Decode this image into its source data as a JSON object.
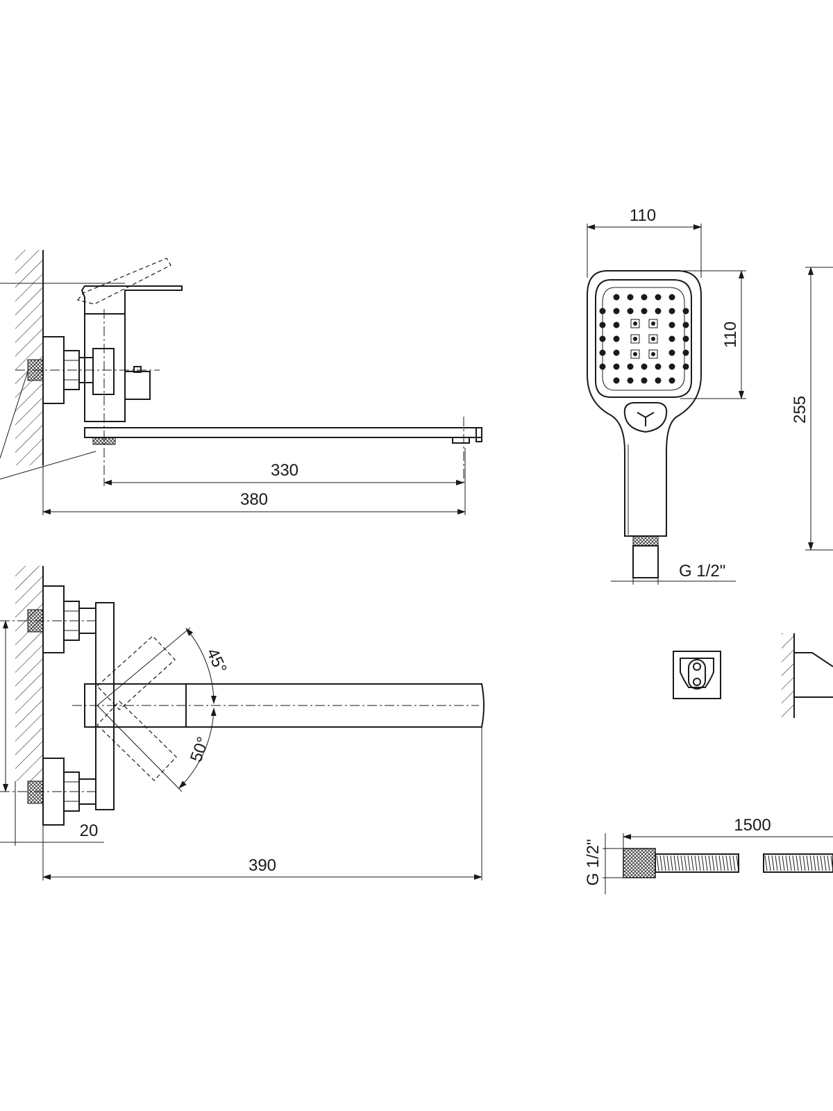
{
  "dimensions": {
    "spout_reach": "330",
    "overall_depth": "380",
    "overall_width": "390",
    "eccentric_offset": "20",
    "swivel_angle_up": "45°",
    "swivel_angle_down": "50°",
    "head_width": "110",
    "head_height": "110",
    "shower_length": "255",
    "shower_thread": "G 1/2\"",
    "hose_length": "1500",
    "hose_thread": "G 1/2\""
  },
  "colors": {
    "line": "#1a1a1a",
    "background": "#ffffff"
  }
}
